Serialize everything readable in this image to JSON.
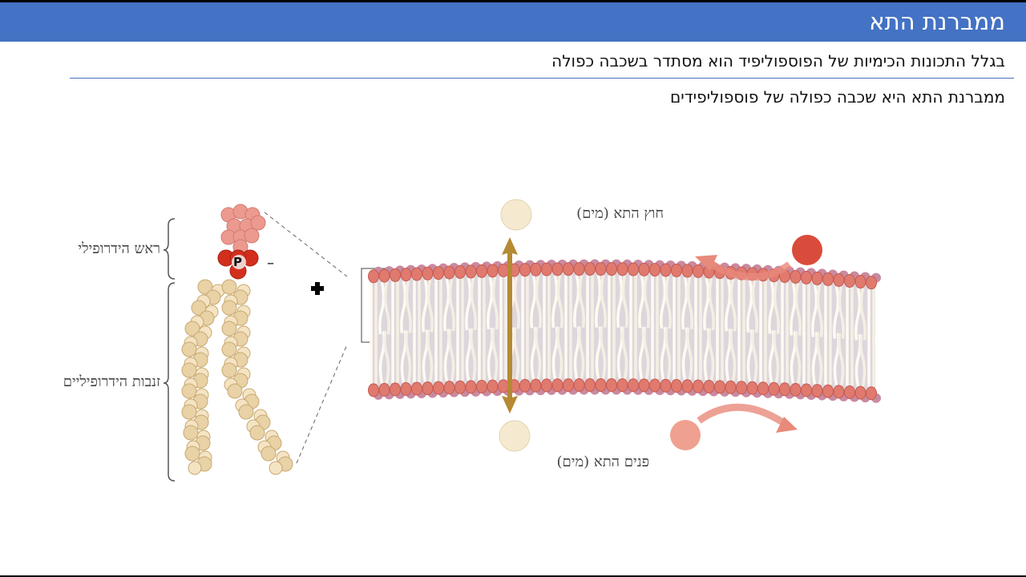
{
  "header": {
    "title": "ממברנת התא"
  },
  "content": {
    "line1": "בגלל התכונות הכימיות של הפוספוליפיד הוא מסתדר בשכבה כפולה",
    "line2": "ממברנת התא היא שכבה כפולה של פוספוליפידים"
  },
  "diagram": {
    "head_label": "ראש הידרופילי",
    "tails_label": "זנבות הידרופיליים",
    "phosphate_symbol": "P",
    "negative_charge": "–",
    "outside_label": "חוץ התא (מים)",
    "inside_label": "פנים התא (מים)",
    "colors": {
      "head": "#e07a6e",
      "phosphate": "#d32f1e",
      "tail": "#e8d2a6",
      "water": "#f3e6c6",
      "arrow": "#b58a33",
      "ion": "#d94b3a"
    }
  }
}
